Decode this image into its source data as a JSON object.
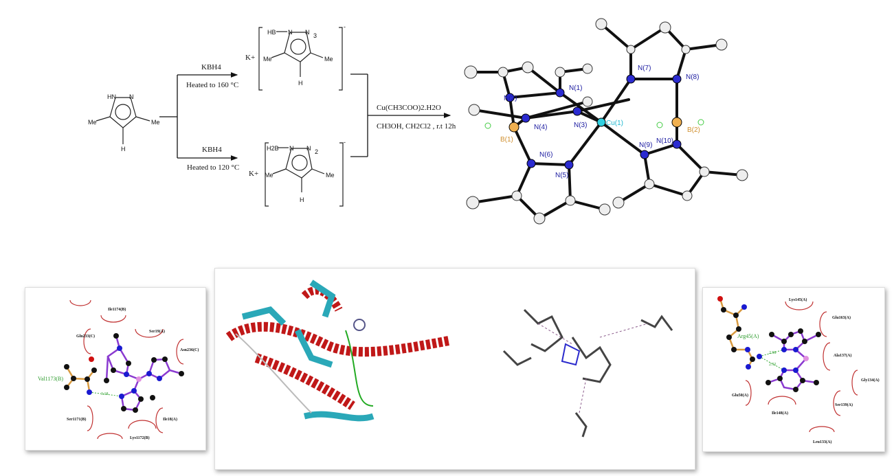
{
  "scheme": {
    "start_material": {
      "nh": "HN",
      "n": "N",
      "me_left": "Me",
      "me_right": "Me",
      "h": "H"
    },
    "top_route": {
      "reagent": "KBH4",
      "condition": "Heated to 160 °C"
    },
    "bottom_route": {
      "reagent": "KBH4",
      "condition": "Heated to 120 °C"
    },
    "top_product": {
      "cation": "K+",
      "boron": "HB",
      "n1": "N",
      "n2": "N",
      "subscript": "3",
      "charge": "-",
      "me_left": "Me",
      "me_right": "Me",
      "h": "H"
    },
    "bottom_product": {
      "cation": "K+",
      "boron": "H2B",
      "n1": "N",
      "n2": "N",
      "subscript": "2",
      "charge": "-",
      "me_left": "Me",
      "me_right": "Me",
      "h": "H"
    },
    "final_step": {
      "reagent": "Cu(CH3COO)2.H2O",
      "condition": "CH3OH, CH2Cl2 , r.t 12h"
    }
  },
  "crystal": {
    "labels": [
      "N(1)",
      "N(2)",
      "N(3)",
      "N(4)",
      "Cu(1)",
      "N(7)",
      "N(8)",
      "B(1)",
      "N(6)",
      "N(5)",
      "N(9)",
      "N(10)",
      "B(2)"
    ],
    "colors": {
      "nitrogen": "#2b2bd0",
      "boron": "#f0b050",
      "copper": "#30d0e0"
    }
  },
  "left_panel": {
    "residues": [
      "Ile1174(B)",
      "Gln233(C)",
      "Ser19(A)",
      "Asn236(C)",
      "Ser1171(B)",
      "Ile18(A)",
      "Lys1172(B)"
    ],
    "hbond_residue": "Val1173(B)",
    "hbond_distance": "3.18"
  },
  "right_panel": {
    "residues": [
      "Lys145(A)",
      "Glu163(A)",
      "Ala137(A)",
      "Gly134(A)",
      "Glu50(A)",
      "Ile148(A)",
      "Ser139(A)",
      "Leu133(A)"
    ],
    "hbond_residue": "Arg45(A)",
    "hbond_distances": [
      "2.98",
      "2.92"
    ]
  }
}
